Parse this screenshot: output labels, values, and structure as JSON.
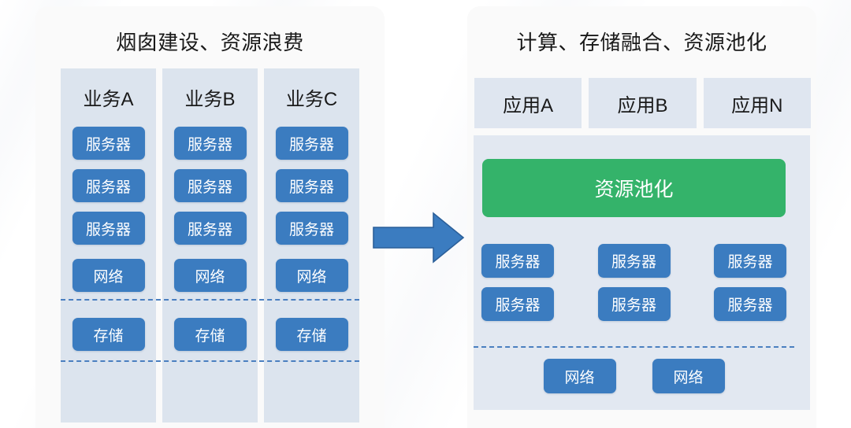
{
  "diagram": {
    "left_panel": {
      "title": "烟囱建设、资源浪费",
      "columns": [
        {
          "header": "业务A",
          "servers": [
            "服务器",
            "服务器",
            "服务器"
          ],
          "network": "网络",
          "storage": "存储"
        },
        {
          "header": "业务B",
          "servers": [
            "服务器",
            "服务器",
            "服务器"
          ],
          "network": "网络",
          "storage": "存储"
        },
        {
          "header": "业务C",
          "servers": [
            "服务器",
            "服务器",
            "服务器"
          ],
          "network": "网络",
          "storage": "存储"
        }
      ]
    },
    "right_panel": {
      "title": "计算、存储融合、资源池化",
      "apps": [
        "应用A",
        "应用B",
        "应用N"
      ],
      "pool_label": "资源池化",
      "servers": [
        [
          "服务器",
          "服务器",
          "服务器"
        ],
        [
          "服务器",
          "服务器",
          "服务器"
        ]
      ],
      "networks": [
        "网络",
        "网络"
      ]
    },
    "arrow": {
      "name": "transformation-arrow",
      "direction": "right"
    },
    "colors": {
      "panel_bg": "#fafafa",
      "column_bg": "#dce4ee",
      "app_bg": "#dfe6f0",
      "pool_container_bg": "#e2e8f1",
      "chip_blue": "#3b7cc0",
      "pool_green": "#34b36a",
      "dashed_line": "#4a7fc0",
      "arrow_fill": "#3b7cc0",
      "arrow_stroke": "#2b5f99",
      "title_text": "#1a1a1a",
      "chip_text": "#ffffff"
    }
  }
}
